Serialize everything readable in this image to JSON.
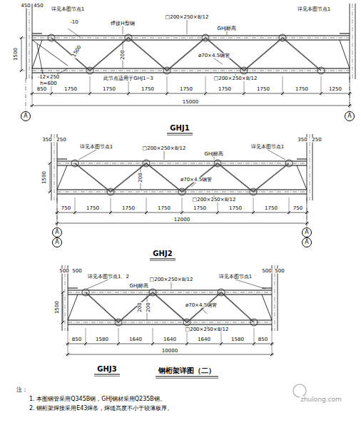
{
  "diagram": {
    "title": "钢桁架详图（二）",
    "nodes": [
      {
        "text": [
          "A"
        ]
      },
      {
        "text": [
          "A"
        ]
      },
      {
        "text": [
          "A"
        ]
      },
      {
        "text": [
          "A"
        ]
      },
      {
        "text": [
          "A"
        ]
      },
      {
        "text": [
          "A"
        ]
      }
    ],
    "labels": [
      "450",
      "450",
      "详见本图节点1",
      "详见本图节点1",
      "-10",
      "□200×250×8/12",
      "焊接H型钢",
      "GHJ标高",
      "1500",
      "1500",
      "200",
      "ø70×4.5钢管",
      "□200×250×8/12",
      "-12×250",
      "h=600",
      "此节点适用于GHJ1~3",
      "850",
      "1750",
      "1750",
      "1750",
      "1750",
      "1750",
      "1750",
      "1750",
      "1250",
      "15000",
      "GHJ1",
      "350",
      "250",
      "350",
      "250",
      "详见本图节点1",
      "详见本图节点1",
      "GHJ标高",
      "□200×250×8/12",
      "1500",
      "200",
      "ø70×4.5钢管",
      "□200×250×8/12",
      "750",
      "1750",
      "1750",
      "1750",
      "1750",
      "1750",
      "1750",
      "750",
      "12000",
      "GHJ2",
      "500",
      "500",
      "500",
      "500",
      "详见本图节点1、2",
      "详见本图节点1",
      "□200×250×8/12",
      "GHJ标高",
      "1500",
      "200",
      "200",
      "ø70×4.5钢管",
      "□200×250×8/12",
      "850",
      "1580",
      "1640",
      "1640",
      "1640",
      "1580",
      "850",
      "10000",
      "GHJ3",
      "注：",
      "1. 本图钢管采用Q345B钢，GHJ钢材采用Q235B钢。",
      "2. 钢桁架焊接采用E43焊条，焊缝高度不小于较薄板厚。",
      "zhulong.com"
    ]
  }
}
